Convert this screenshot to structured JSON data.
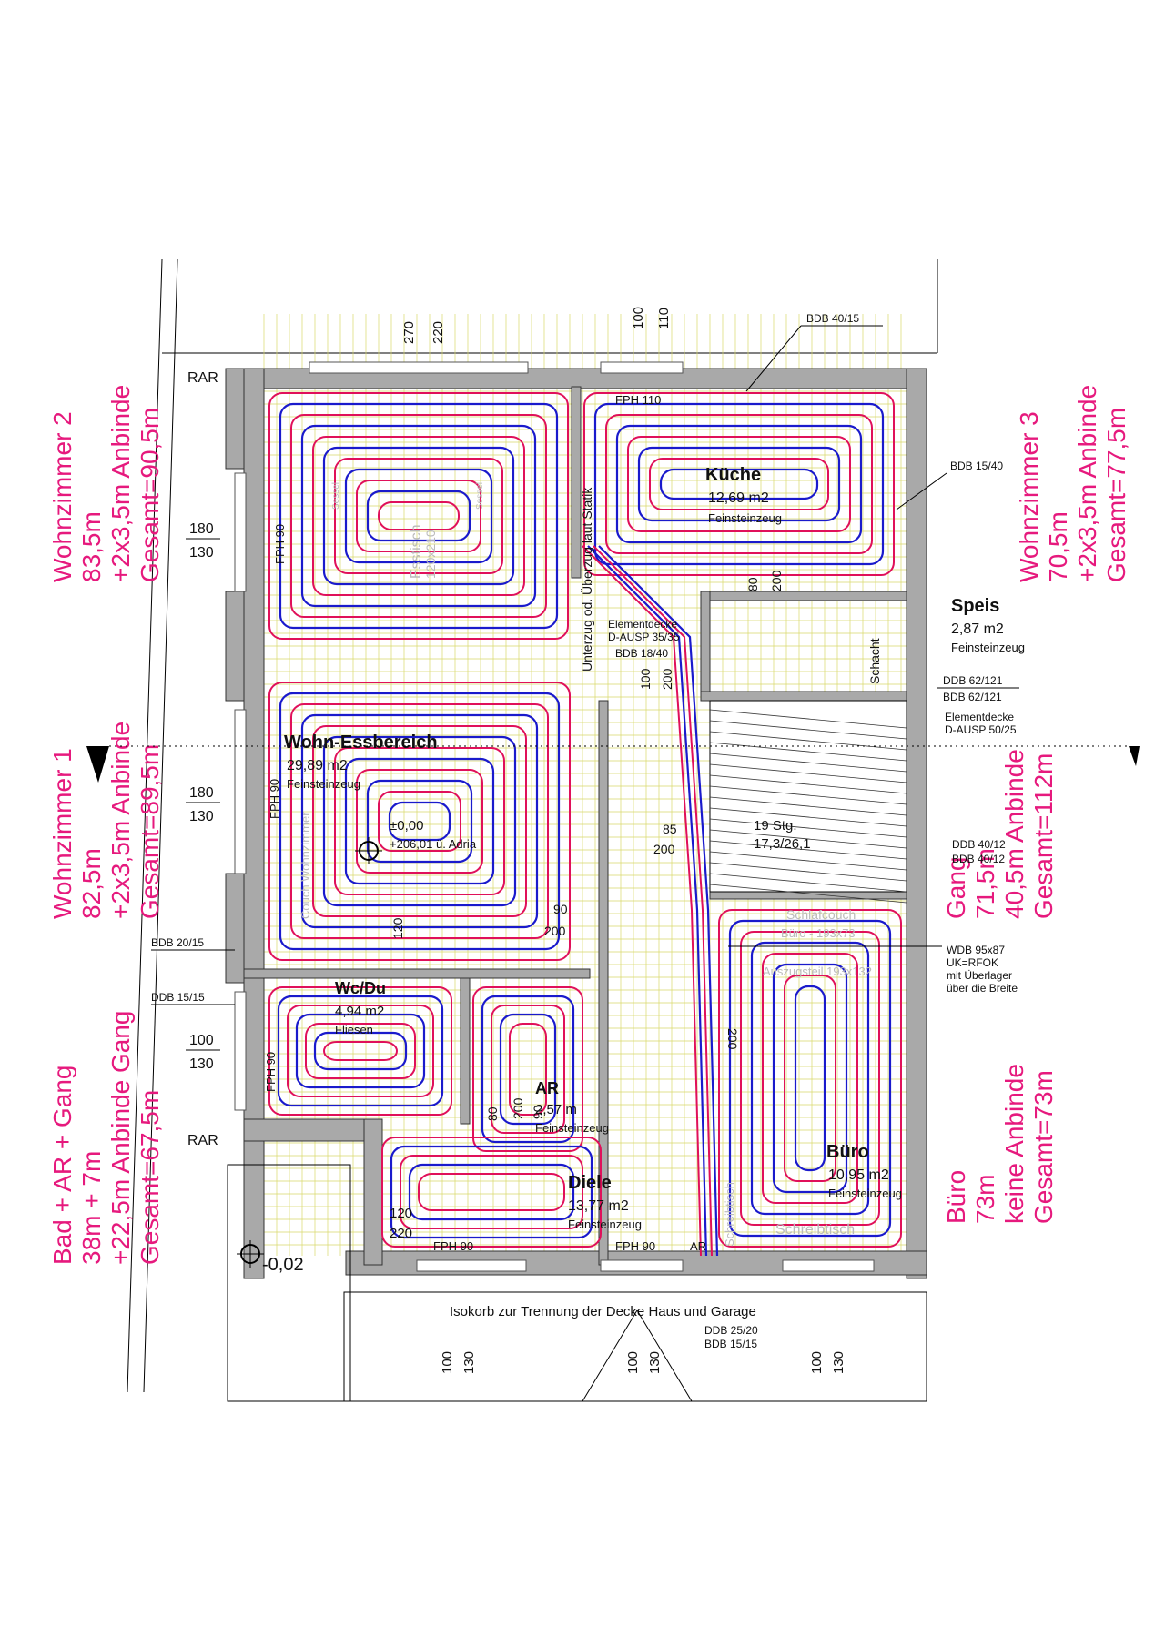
{
  "colors": {
    "supply": "#e0105a",
    "return": "#1a1acc",
    "note": "#e6197d",
    "grid": "#d8d86a",
    "wall": "#a9a9a9"
  },
  "rooms": {
    "kueche": {
      "name": "Küche",
      "area": "12,69 m2",
      "floor": "Feinsteinzeug"
    },
    "speis": {
      "name": "Speis",
      "area": "2,87 m2",
      "floor": "Feinsteinzeug"
    },
    "wohn": {
      "name": "Wohn-Essbereich",
      "area": "29,89 m2",
      "floor": "Feinsteinzeug"
    },
    "wc": {
      "name": "Wc/Du",
      "area": "4,94 m2",
      "floor": "Fliesen"
    },
    "ar": {
      "name": "AR",
      "area": "2,57 m",
      "floor": "Feinsteinzeug"
    },
    "diele": {
      "name": "Diele",
      "area": "13,77 m2",
      "floor": "Feinsteinzeug"
    },
    "buero": {
      "name": "Büro",
      "area": "10,95 m2",
      "floor": "Feinsteinzeug"
    }
  },
  "notes": {
    "wz2": [
      "Wohnzimmer 2",
      "83,5m",
      "+2x3,5m Anbinde",
      "Gesamt=90,5m"
    ],
    "wz1": [
      "Wohnzimmer 1",
      "82,5m",
      "+2x3,5m Anbinde",
      "Gesamt=89,5m"
    ],
    "bad": [
      "Bad + AR + Gang",
      "38m + 7m",
      "+22,5m Anbinde Gang",
      "Gesamt=67,5m"
    ],
    "wz3": [
      "Wohnzimmer 3",
      "70,5m",
      "+2x3,5m Anbinde",
      "Gesamt=77,5m"
    ],
    "gang": [
      "Gang",
      "71,5m",
      "40,5m Anbinde",
      "Gesamt=112m"
    ],
    "buero": [
      "Büro",
      "73m",
      "keine Anbinde",
      "Gesamt=73m"
    ]
  },
  "labels": {
    "rar1": "RAR",
    "rar2": "RAR",
    "bdb4015": "BDB 40/15",
    "bdb1540": "BDB 15/40",
    "element1": "Elementdecke",
    "dausp1": "D-AUSP 35/35",
    "bdb1840": "BDB 18/40",
    "ddb62": "DDB 62/121",
    "bdb62": "BDB 62/121",
    "element2": "Elementdecke",
    "dausp2": "D-AUSP 50/25",
    "ddb4012": "DDB 40/12",
    "bdb4012": "BDB 40/12",
    "wdb1": "WDB 95x87",
    "wdb2": "UK=RFOK",
    "wdb3": "mit Überlager",
    "wdb4": "über die Breite",
    "bdb2015": "BDB 20/15",
    "ddb1515": "DDB 15/15",
    "ddb2520": "DDB 25/20",
    "bdb1515": "BDB 15/15",
    "isokorb": "Isokorb zur Trennung der Decke Haus und Garage",
    "unterzug": "Unterzug od. Überzug laut Statik",
    "schacht": "Schacht",
    "fph110": "FPH 110",
    "fph90a": "FPH 90",
    "fph90b": "FPH 90",
    "fph90c": "FPH 90",
    "fph90d": "FPH 90",
    "fph90e": "FPH 90",
    "ar_small": "AR",
    "stairs1": "19 Stg.",
    "stairs2": "17,3/26,1",
    "level0": "±0,00",
    "level0b": "+206,01 ü. Adria",
    "levelneg": "-0,02",
    "esstisch": "Esstisch",
    "esstisch2": "120x210",
    "sessel": "Sessel",
    "couch": "Couch Wohnzimmer",
    "schlafcouch": "Schlafcouch",
    "bueromass": "Büro - 193x73",
    "auszug": "Auszugsteil 193x132",
    "schreibtisch": "Schreibtisch",
    "schreibtisch2": "Schreibtisch",
    "dim_270": "270",
    "dim_220": "220",
    "dim_100a": "100",
    "dim_110": "110",
    "dim_180a": "180",
    "dim_130a": "130",
    "dim_180b": "180",
    "dim_130b": "130",
    "dim_100b": "100",
    "dim_130c": "130",
    "dim_80": "80",
    "dim_200a": "200",
    "dim_100c": "100",
    "dim_200b": "200",
    "dim_85": "85",
    "dim_200c": "200",
    "dim_90": "90",
    "dim_200d": "200",
    "dim_120a": "120",
    "dim_200e": "200",
    "dim_90b": "90",
    "dim_80b": "80",
    "dim_200f": "200",
    "dim_120b": "120",
    "dim_220b": "220",
    "dim_100d": "100",
    "dim_130d": "130",
    "dim_100e": "100",
    "dim_130e": "130",
    "dim_100f": "100",
    "dim_130f": "130"
  }
}
